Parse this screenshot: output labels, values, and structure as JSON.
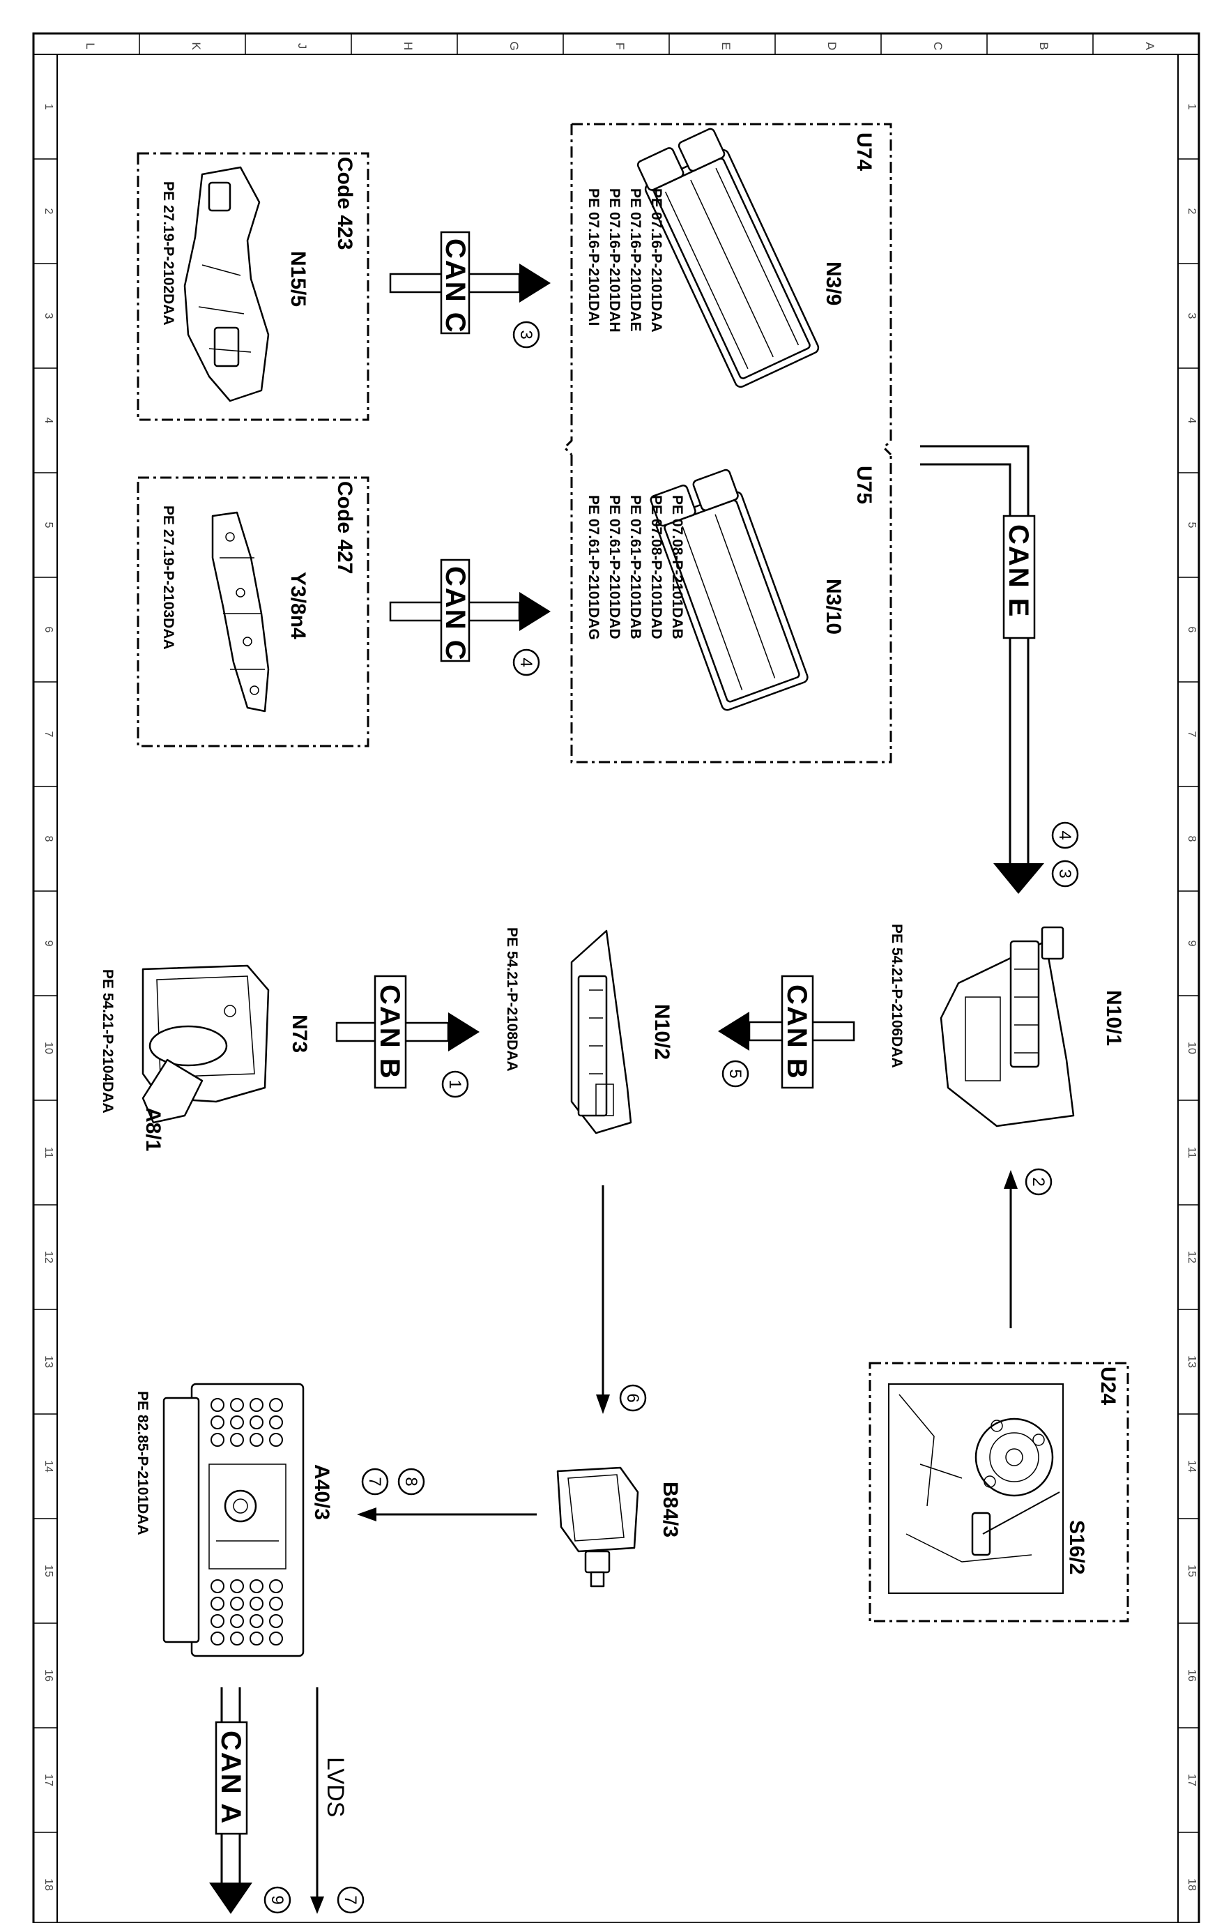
{
  "border": {
    "columns": [
      "L",
      "K",
      "J",
      "H",
      "G",
      "F",
      "E",
      "D",
      "C",
      "B",
      "A"
    ],
    "rows": [
      "1",
      "2",
      "3",
      "4",
      "5",
      "6",
      "7",
      "8",
      "9",
      "10",
      "11",
      "12",
      "13",
      "14",
      "15",
      "16",
      "17",
      "18"
    ]
  },
  "components": {
    "u74": {
      "group_label": "U74",
      "name": "N3/9",
      "refs": [
        "PE 07.16-P-2101DAA",
        "PE 07.16-P-2101DAE",
        "PE 07.16-P-2101DAH",
        "PE 07.16-P-2101DAI"
      ]
    },
    "u75": {
      "group_label": "U75",
      "name": "N3/10",
      "refs": [
        "PE 07.08-P-2101DAB",
        "PE 07.08-P-2101DAD",
        "PE 07.61-P-2101DAB",
        "PE 07.61-P-2101DAD",
        "PE 07.61-P-2101DAG"
      ]
    },
    "n15_5": {
      "code": "Code 423",
      "name": "N15/5",
      "ref": "PE 27.19-P-2102DAA"
    },
    "y3_8n4": {
      "code": "Code 427",
      "name": "Y3/8n4",
      "ref": "PE 27.19-P-2103DAA"
    },
    "n10_1": {
      "name": "N10/1",
      "ref": "PE 54.21-P-2106DAA"
    },
    "n10_2": {
      "name": "N10/2",
      "ref": "PE 54.21-P-2108DAA"
    },
    "n73": {
      "name": "N73",
      "sub_name": "A8/1",
      "ref": "PE 54.21-P-2104DAA"
    },
    "u24": {
      "group_label": "U24",
      "name": "S16/2"
    },
    "b84_3": {
      "name": "B84/3"
    },
    "a40_3": {
      "name": "A40/3",
      "ref": "PE 82.85-P-2101DAA"
    }
  },
  "buses": {
    "can_c_1": "CAN C",
    "can_c_2": "CAN C",
    "can_e": "CAN E",
    "can_b_1": "CAN B",
    "can_b_2": "CAN B",
    "can_a": "CAN A",
    "lvds": "LVDS"
  },
  "step_numbers": {
    "s1": "1",
    "s2": "2",
    "s3a": "3",
    "s3b": "3",
    "s4a": "4",
    "s4b": "4",
    "s5": "5",
    "s6": "6",
    "s7a": "7",
    "s7b": "7",
    "s8": "8",
    "s9": "9"
  }
}
